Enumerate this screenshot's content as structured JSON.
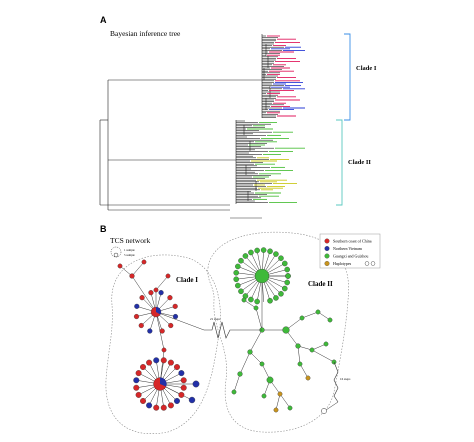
{
  "panel_a": {
    "letter": "A",
    "title": "Bayesian inference tree",
    "clade_1_label": "Clade I",
    "clade_2_label": "Clade II"
  },
  "panel_b": {
    "letter": "B",
    "title": "TCS network",
    "scale_top": "1 sample",
    "scale_bottom": "5 sample",
    "clade_1_label": "Clade I",
    "clade_2_label": "Clade II",
    "bridge_label_top": "21 steps",
    "bridge_label_bottom": "16 steps",
    "legend": [
      {
        "label": "Southern coast of China",
        "color": "#d62728"
      },
      {
        "label": "Northern Vietnam",
        "color": "#2230a8"
      },
      {
        "label": "Guangxi and Guizhou",
        "color": "#3fb93a"
      },
      {
        "label": "Haplotypes",
        "color": "#c8941e"
      }
    ]
  },
  "colors": {
    "clade_1_taxa": "#e0185c",
    "clade_1_blue": "#2a3bd6",
    "clade_1_bracket": "#3a8ee6",
    "clade_2_taxa": "#4cbf3a",
    "clade_2_yellow": "#c9c81c",
    "clade_2_bracket": "#59c9c0",
    "red": "#d62728",
    "blue": "#2230a8",
    "green": "#3fb93a",
    "gold": "#c8941e"
  }
}
